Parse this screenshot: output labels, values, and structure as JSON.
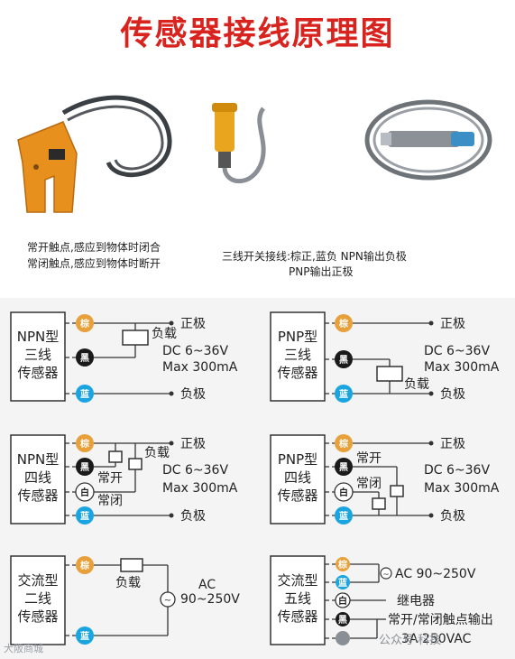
{
  "title": "传感器接线原理图",
  "captions": {
    "left_line1": "常开触点,感应到物体时闭合",
    "left_line2": "常闭触点,感应到物体时断开",
    "right_line1": "三线开关接线:棕正,蓝负 NPN输出负极",
    "right_line2": "PNP输出正极"
  },
  "colors": {
    "title": "#d8231e",
    "brown": "#e8a13a",
    "blue": "#1aa5e0",
    "black": "#1a1a1a",
    "white": "#ffffff",
    "line": "#333333"
  },
  "labels": {
    "brown": "棕",
    "black": "黑",
    "blue": "蓝",
    "white": "白",
    "load": "负载",
    "pos": "正极",
    "neg": "负极",
    "dc": "DC   6~36V",
    "max": "Max 300mA",
    "no": "常开",
    "nc": "常闭",
    "ac_label": "AC",
    "ac_range": "90~250V",
    "ac_full": "AC 90~250V",
    "relay": "继电器",
    "no_nc_out": "常开/常闭触点输出",
    "rating": "3A 250VAC"
  },
  "boxes": {
    "npn3": [
      "NPN型",
      "三线",
      "传感器"
    ],
    "pnp3": [
      "PNP型",
      "三线",
      "传感器"
    ],
    "npn4": [
      "NPN型",
      "四线",
      "传感器"
    ],
    "pnp4": [
      "PNP型",
      "四线",
      "传感器"
    ],
    "ac2": [
      "交流型",
      "二线",
      "传感器"
    ],
    "ac5": [
      "交流型",
      "五线",
      "传感器"
    ]
  },
  "watermark": {
    "left": "大阪商城",
    "right": "公众号·科技"
  }
}
